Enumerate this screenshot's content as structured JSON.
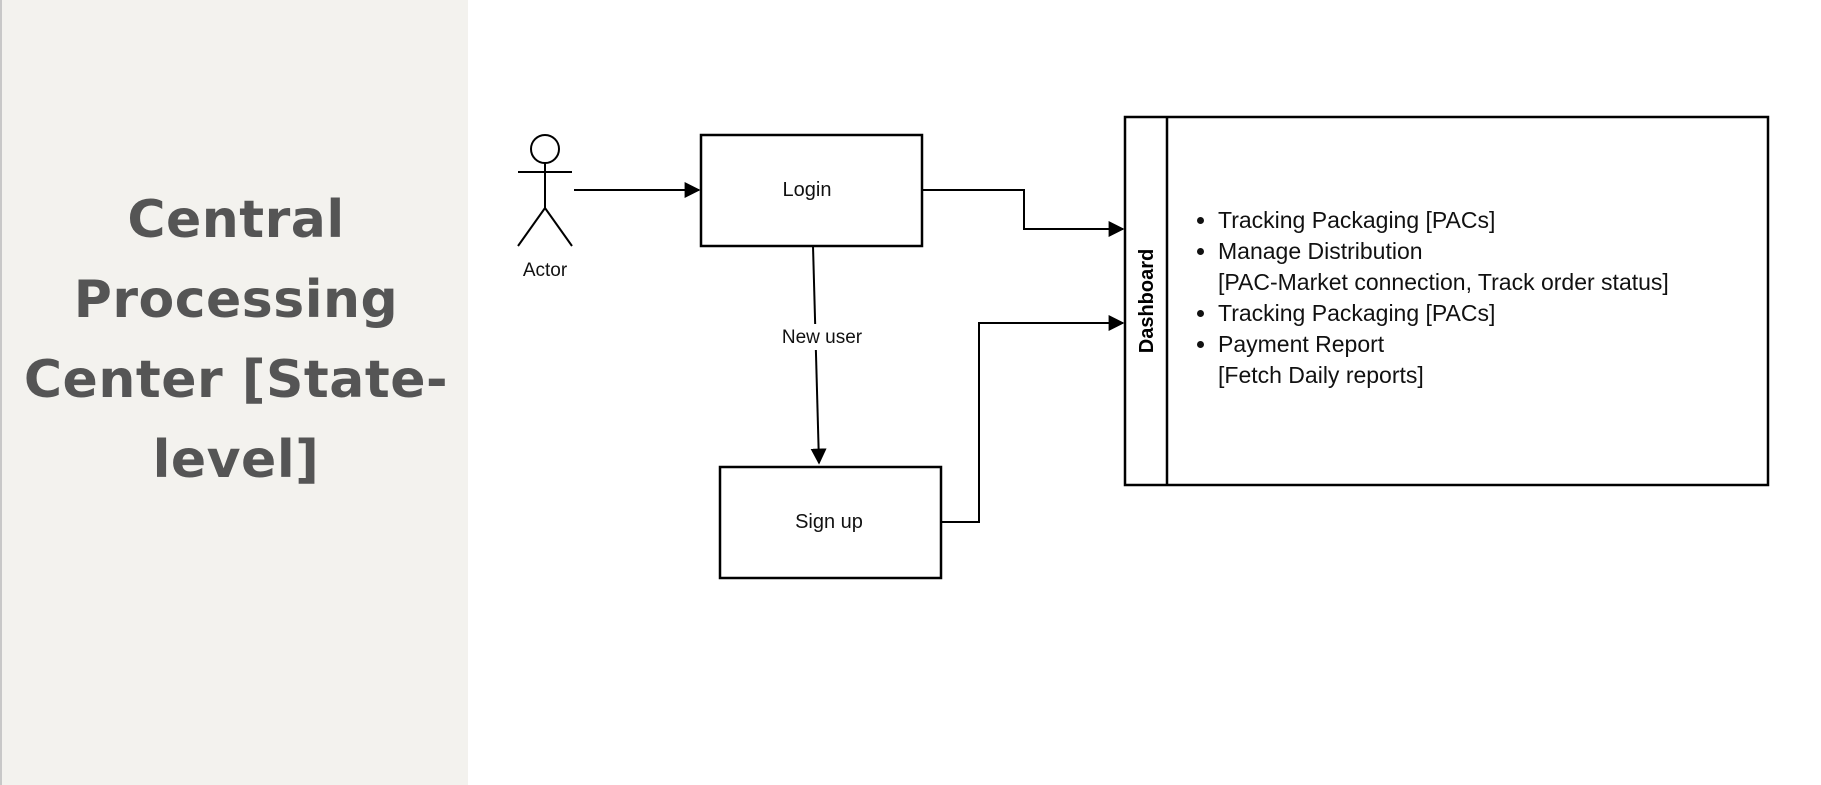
{
  "title": "Central Processing Center [State-level]",
  "diagram": {
    "actor_label": "Actor",
    "login_label": "Login",
    "signup_label": "Sign up",
    "edge_label_new_user": "New user",
    "dashboard_label": "Dashboard",
    "dashboard_items": [
      {
        "text": "Tracking Packaging [PACs]",
        "sub": ""
      },
      {
        "text": "Manage Distribution",
        "sub": "[PAC-Market connection, Track order status]"
      },
      {
        "text": "Tracking Packaging [PACs]",
        "sub": ""
      },
      {
        "text": "Payment Report",
        "sub": "[Fetch Daily reports]"
      }
    ]
  }
}
